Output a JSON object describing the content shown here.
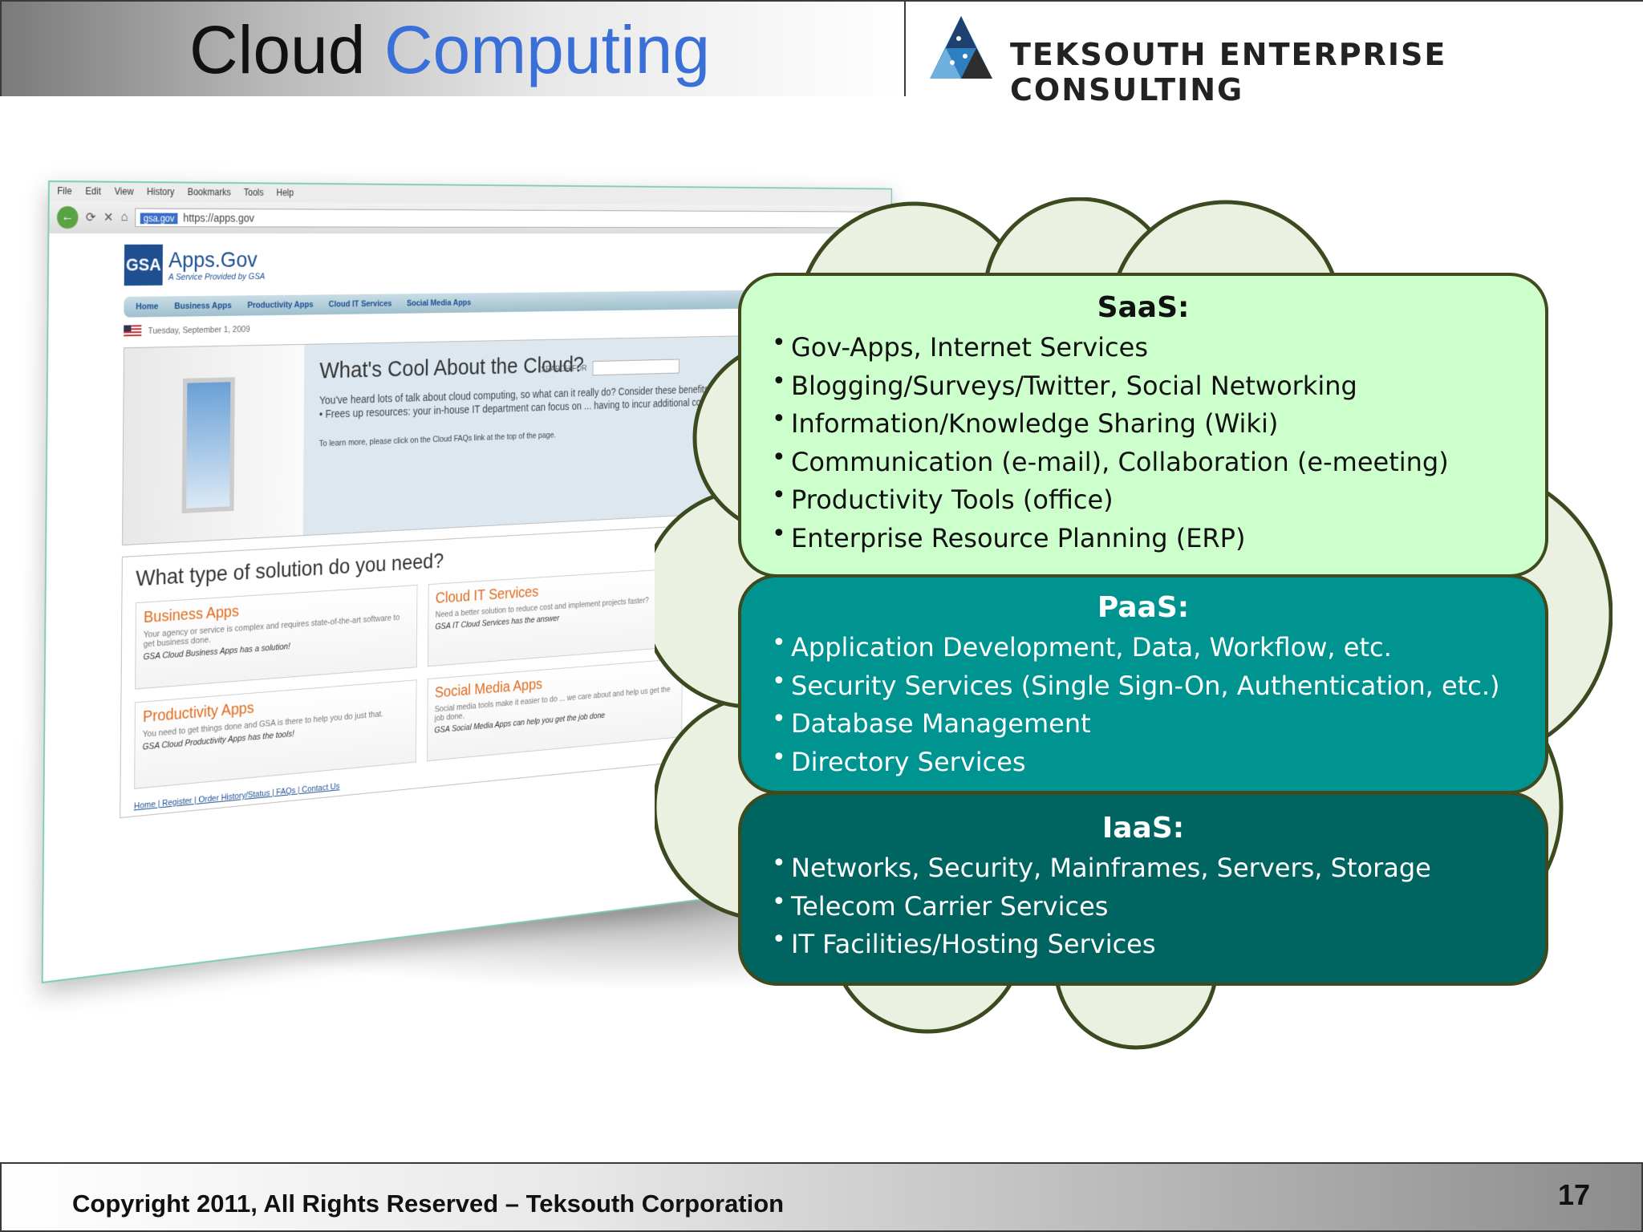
{
  "header": {
    "title_plain": "Cloud",
    "title_accent": "Computing",
    "company": "TEKSOUTH ENTERPRISE CONSULTING",
    "accent_color": "#3a6fd8"
  },
  "browser": {
    "menu": [
      "File",
      "Edit",
      "View",
      "History",
      "Bookmarks",
      "Tools",
      "Help"
    ],
    "site_badge": "gsa.gov",
    "url": "https://apps.gov",
    "brand": "GSA",
    "apps_title": "Apps.Gov",
    "apps_subtitle": "A Service Provided by GSA",
    "nav": [
      "Home",
      "Business Apps",
      "Productivity Apps",
      "Cloud IT Services",
      "Social Media Apps"
    ],
    "date": "Tuesday, September 1, 2009",
    "search_label": "SEARCH FOR",
    "cool_heading": "What's Cool About the Cloud?",
    "cool_body": "You've heard lots of talk about cloud computing, so what can it really do? Consider these benefits:",
    "cool_bullet": "• Frees up resources: your in-house IT department can focus on ... having to incur additional costs in manpower.",
    "cool_note": "To learn more, please click on the Cloud FAQs link at the top of the page.",
    "solutions_heading": "What type of solution do you need?",
    "cards": [
      {
        "title": "Business Apps",
        "desc": "Your agency or service is complex and requires state-of-the-art software to get business done.",
        "tag": "GSA Cloud Business Apps has a solution!"
      },
      {
        "title": "Cloud IT Services",
        "desc": "Need a better solution to reduce cost and implement projects faster?",
        "tag": "GSA IT Cloud Services has the answer"
      },
      {
        "title": "Productivity Apps",
        "desc": "You need to get things done and GSA is there to help you do just that.",
        "tag": "GSA Cloud Productivity Apps has the tools!"
      },
      {
        "title": "Social Media Apps",
        "desc": "Social media tools make it easier to do ... we care about and help us get the job done.",
        "tag": "GSA Social Media Apps can help you get the job done"
      }
    ],
    "footer_links": "Home | Register | Order History/Status | FAQs | Contact Us"
  },
  "saas": {
    "title": "SaaS:",
    "items": [
      "Gov-Apps, Internet Services",
      "Blogging/Surveys/Twitter, Social Networking",
      "Information/Knowledge Sharing (Wiki)",
      "Communication (e-mail), Collaboration (e-meeting)",
      "Productivity Tools (office)",
      "Enterprise Resource Planning (ERP)"
    ],
    "color": "#ccffcc"
  },
  "paas": {
    "title": "PaaS:",
    "items": [
      "Application Development, Data, Workflow, etc.",
      "Security Services (Single Sign-On, Authentication, etc.)",
      "Database Management",
      "Directory Services"
    ],
    "color": "#009491"
  },
  "iaas": {
    "title": "IaaS:",
    "items": [
      "Networks, Security, Mainframes, Servers, Storage",
      "Telecom Carrier Services",
      "IT Facilities/Hosting Services"
    ],
    "color": "#006561"
  },
  "footer": {
    "copyright": "Copyright 2011, All Rights Reserved – Teksouth Corporation",
    "page_number": "17"
  }
}
